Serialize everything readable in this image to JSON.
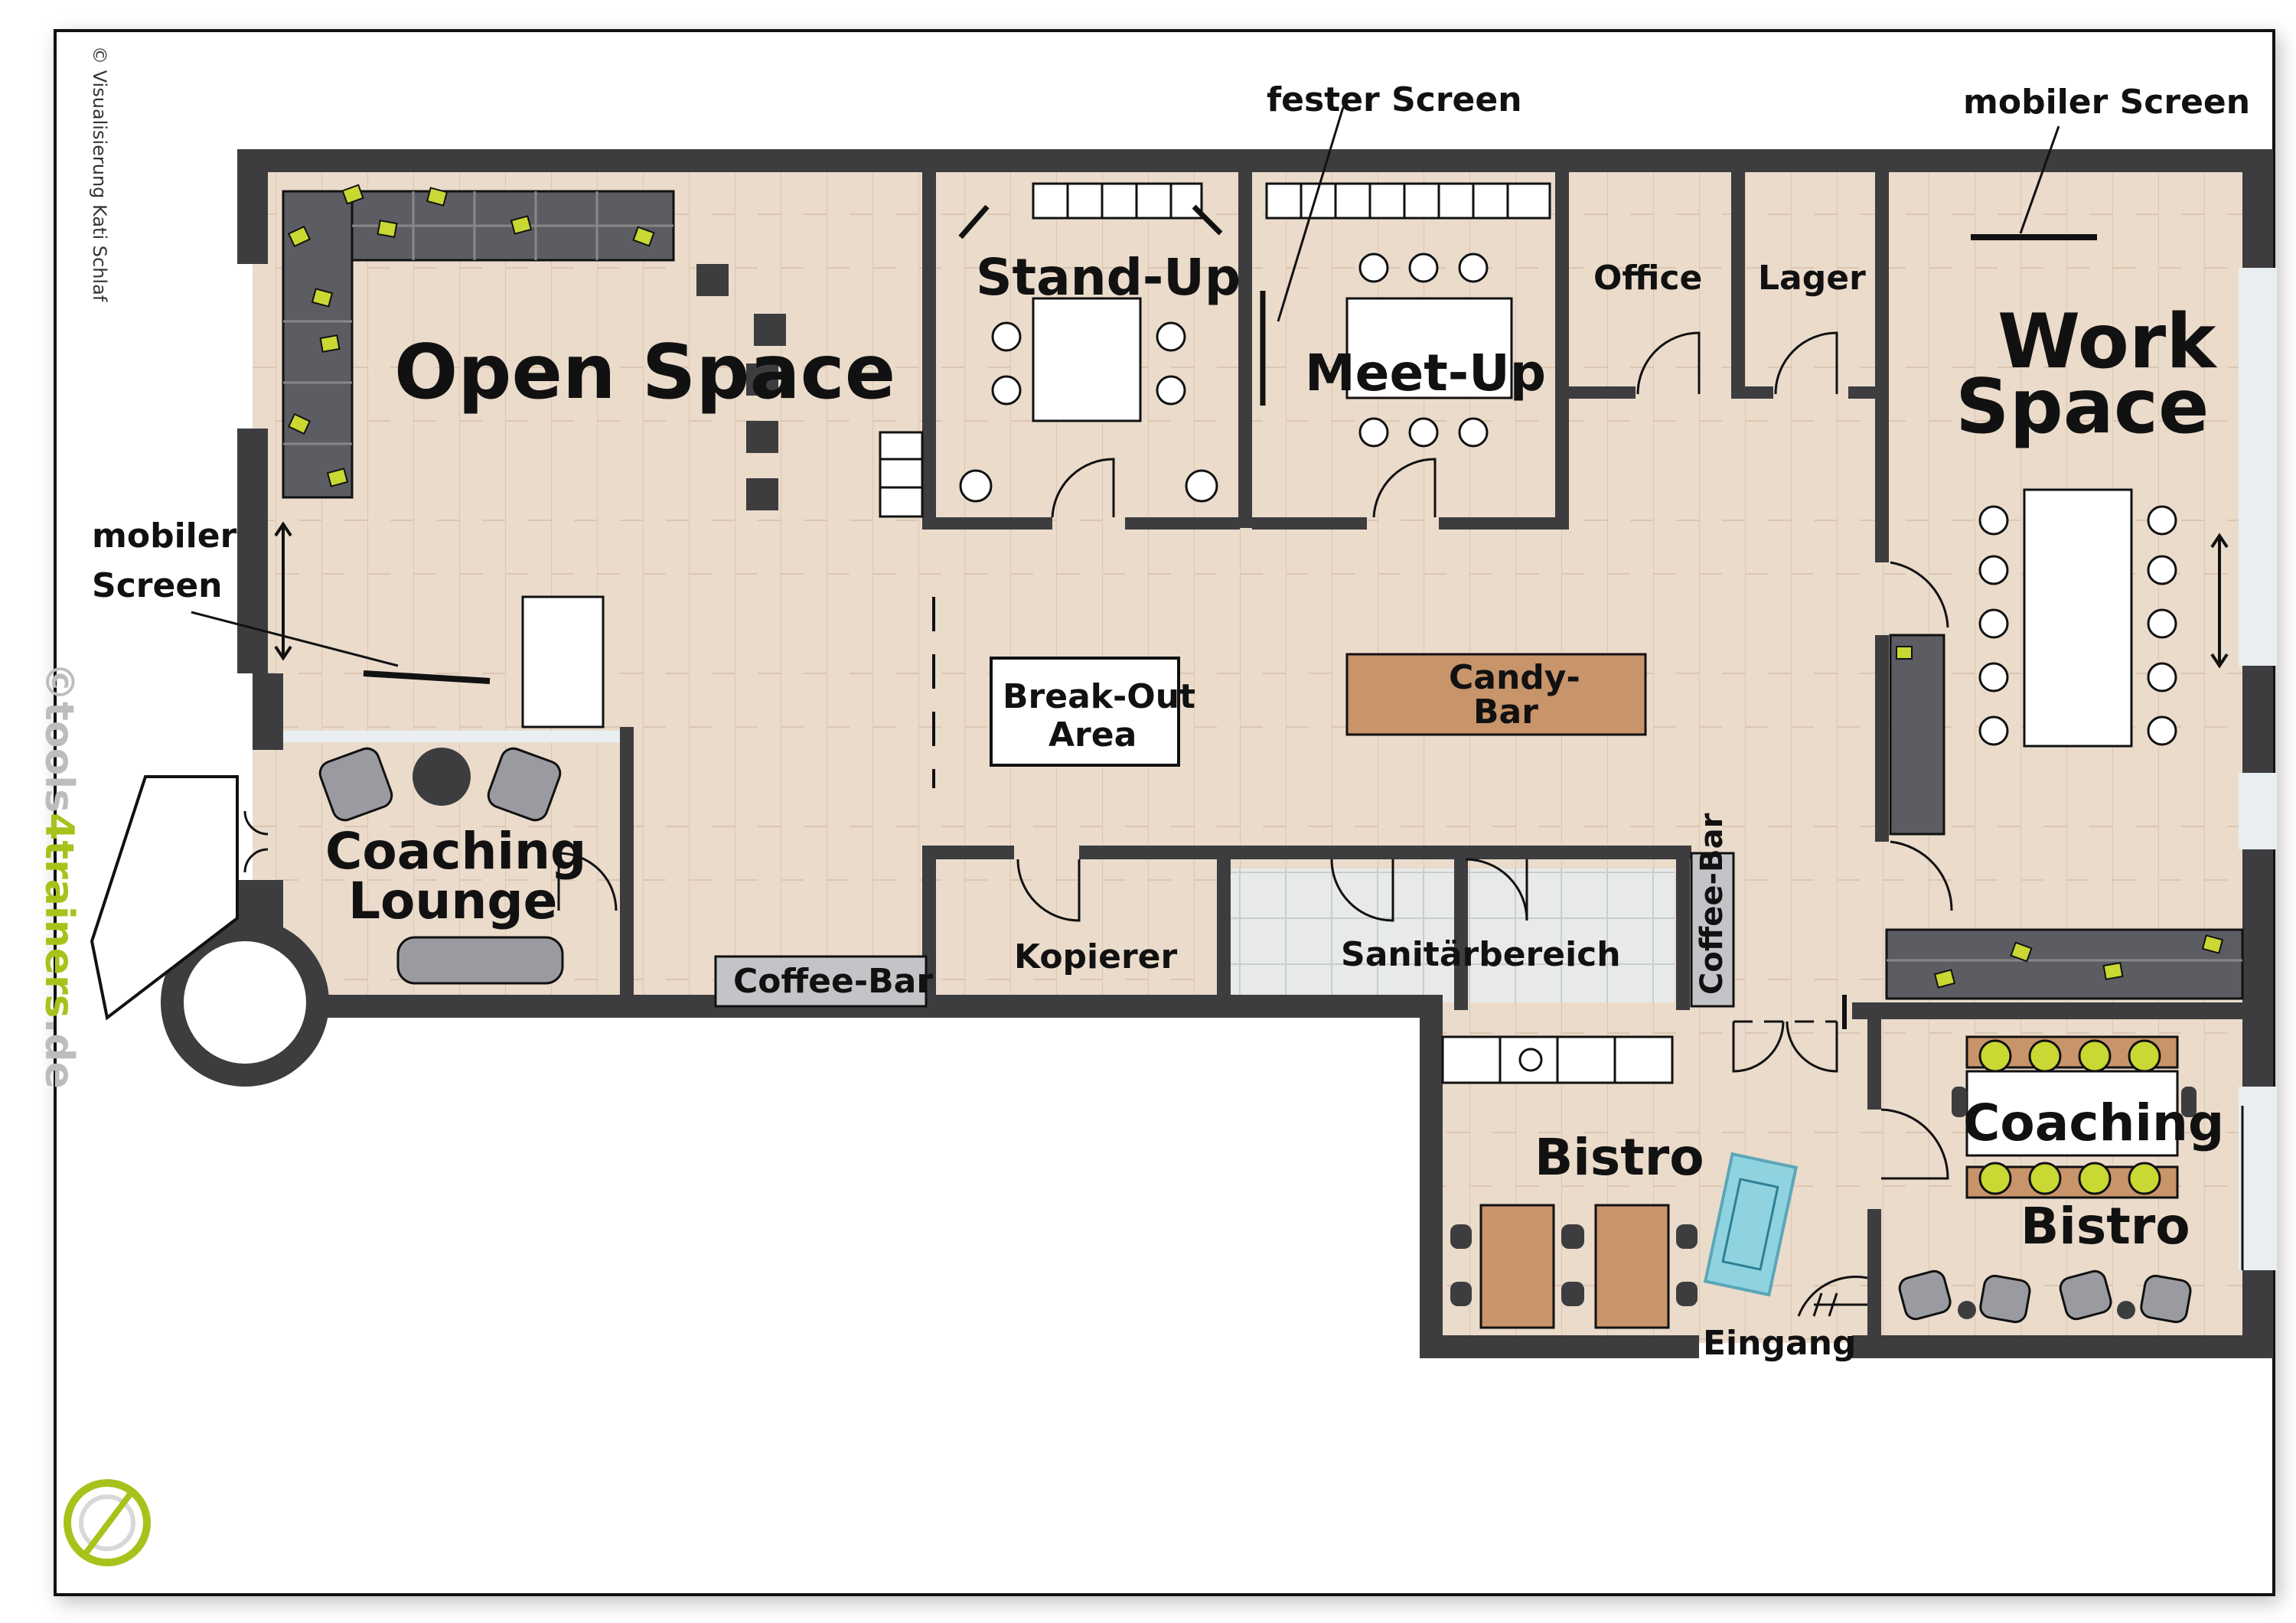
{
  "credit": "© Visualisierung Kati Schlaf",
  "watermark": {
    "prefix": "©tools",
    "accent": "4trainers",
    "suffix": ".de"
  },
  "annotations": {
    "fixed_screen": "fester Screen",
    "mobile_screen_top": "mobiler Screen",
    "mobile_screen_left_1": "mobiler",
    "mobile_screen_left_2": "Screen"
  },
  "rooms": {
    "open_space": "Open Space",
    "stand_up": "Stand-Up",
    "meet_up": "Meet-Up",
    "office": "Office",
    "lager": "Lager",
    "work_space_1": "Work",
    "work_space_2": "Space",
    "break_out_1": "Break-Out",
    "break_out_2": "Area",
    "candy_bar_1": "Candy-",
    "candy_bar_2": "Bar",
    "coaching_lounge_1": "Coaching",
    "coaching_lounge_2": "Lounge",
    "coffee_bar": "Coffee-Bar",
    "coffee_bar_vertical": "Coffee-Bar",
    "kopierer": "Kopierer",
    "sanitaer": "Sanitärbereich",
    "bistro": "Bistro",
    "coaching_bistro_1": "Coaching",
    "coaching_bistro_2": "Bistro",
    "eingang": "Eingang"
  },
  "colors": {
    "wall": "#3d3d3f",
    "floor": "#eadbcb",
    "wood": "#c8946a",
    "sofa": "#5c5d63",
    "cushion": "#c9d832",
    "tile": "#e6e8e8",
    "rug": "#8fd3e0",
    "accent": "#a8c21b"
  }
}
